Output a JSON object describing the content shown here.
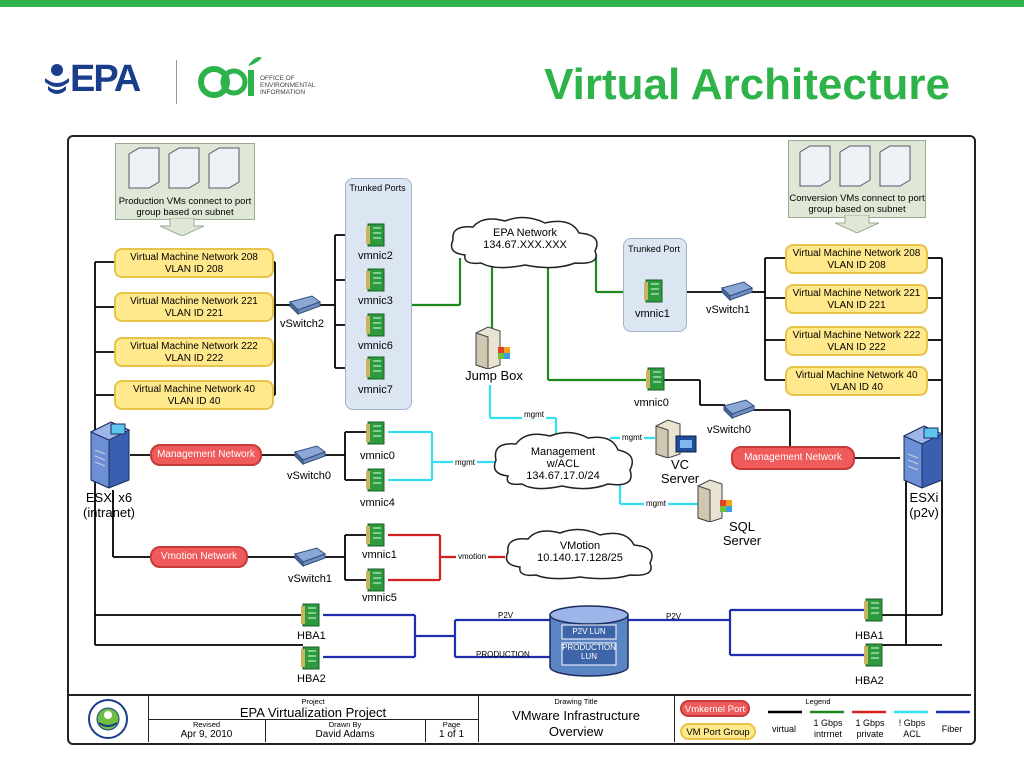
{
  "header": {
    "title": "Virtual Architecture",
    "epa_logo_text": "EPA",
    "oei_logo_text": "OEI",
    "oei_subtext": "OFFICE OF ENVIRONMENTAL INFORMATION"
  },
  "colors": {
    "brand_green": "#2db34a",
    "epa_blue": "#1a3e8c",
    "vm_port_group": "#ffe98c",
    "vmkernel_port": "#ef5a5a",
    "line_virtual": "#000000",
    "line_intranet": "#1e8a1e",
    "line_private": "#d42020",
    "line_acl": "#33e0f0",
    "line_fiber": "#1f2fb0"
  },
  "left_host": {
    "production_note": "Production VMs connect to port group based on subnet",
    "vm_networks": [
      {
        "name": "Virtual Machine Network 208",
        "vlan": "VLAN ID 208"
      },
      {
        "name": "Virtual Machine Network 221",
        "vlan": "VLAN ID 221"
      },
      {
        "name": "Virtual Machine Network 222",
        "vlan": "VLAN ID 222"
      },
      {
        "name": "Virtual Machine Network 40",
        "vlan": "VLAN ID 40"
      }
    ],
    "vswitch2": "vSwitch2",
    "trunked_ports": "Trunked Ports",
    "trunk_nics": [
      "vmnic2",
      "vmnic3",
      "vmnic6",
      "vmnic7"
    ],
    "management_network": "Management Network",
    "vswitch0": "vSwitch0",
    "mgmt_nics": [
      "vmnic0",
      "vmnic4"
    ],
    "vmotion_network": "Vmotion Network",
    "vswitch1": "vSwitch1",
    "vmotion_nics": [
      "vmnic1",
      "vmnic5"
    ],
    "server_label_1": "ESXi x6",
    "server_label_2": "(intranet)",
    "hbas": [
      "HBA1",
      "HBA2"
    ]
  },
  "center": {
    "epa_network_1": "EPA Network",
    "epa_network_2": "134.67.XXX.XXX",
    "jump_box": "Jump Box",
    "management_1": "Management",
    "management_2": "w/ACL",
    "management_3": "134.67.17.0/24",
    "mgmt_labels": [
      "mgmt",
      "mgmt",
      "mgmt",
      "mgmt"
    ],
    "vc_server_1": "VC",
    "vc_server_2": "Server",
    "sql_server_1": "SQL",
    "sql_server_2": "Server",
    "vmotion_cloud_1": "VMotion",
    "vmotion_cloud_2": "10.140.17.128/25",
    "vmotion_link": "vmotion",
    "p2v_left": "P2V",
    "p2v_right": "P2V",
    "production_link": "PRODUCTION",
    "lun_p2v": "P2V LUN",
    "lun_production": "PRODUCTION LUN"
  },
  "right_host": {
    "conversion_note": "Conversion VMs connect to port group based on subnet",
    "trunked_port": "Trunked Port",
    "vmnic1": "vmnic1",
    "vswitch1": "vSwitch1",
    "vm_networks": [
      {
        "name": "Virtual Machine Network 208",
        "vlan": "VLAN ID 208"
      },
      {
        "name": "Virtual Machine Network 221",
        "vlan": "VLAN ID 221"
      },
      {
        "name": "Virtual Machine Network 222",
        "vlan": "VLAN ID 222"
      },
      {
        "name": "Virtual Machine Network 40",
        "vlan": "VLAN ID 40"
      }
    ],
    "vmnic0": "vmnic0",
    "vswitch0": "vSwitch0",
    "management_network": "Management Network",
    "server_label_1": "ESXi",
    "server_label_2": "(p2v)",
    "hbas": [
      "HBA1",
      "HBA2"
    ]
  },
  "title_block": {
    "project_header": "Project",
    "project": "EPA Virtualization Project",
    "revised_header": "Revised",
    "revised": "Apr 9, 2010",
    "drawn_by_header": "Drawn By",
    "drawn_by": "David Adams",
    "page_header": "Page",
    "page": "1 of 1",
    "drawing_title_header": "Drawing Title",
    "drawing_title_1": "VMware Infrastructure",
    "drawing_title_2": "Overview",
    "legend_header": "Legend",
    "legend_vmkernel": "Vmkernel Port",
    "legend_vm_port_group": "VM Port Group",
    "legend_virtual": "virtual",
    "legend_intranet_1": "1 Gbps",
    "legend_intranet_2": "intrrnet",
    "legend_private_1": "1 Gbps",
    "legend_private_2": "private",
    "legend_acl_1": "! Gbps",
    "legend_acl_2": "ACL",
    "legend_fiber": "Fiber"
  }
}
